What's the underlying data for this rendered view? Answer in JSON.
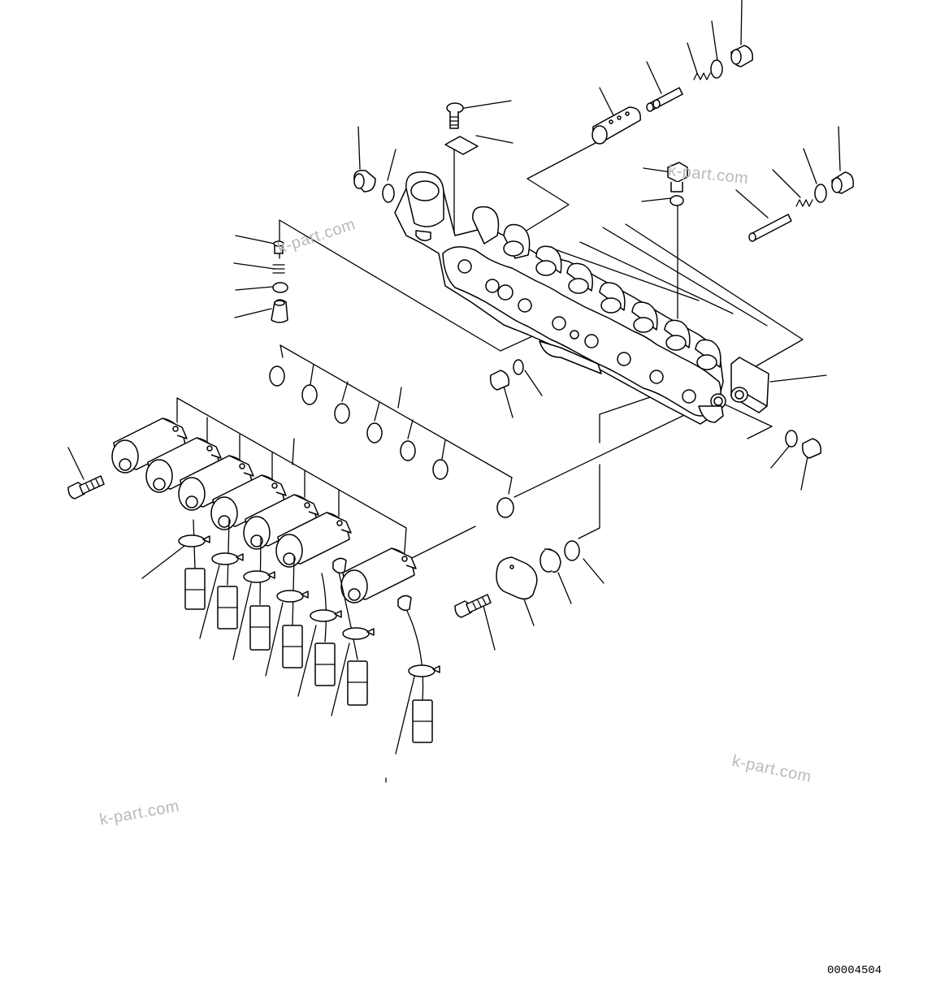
{
  "watermarks": [
    {
      "text": "k-part.com"
    },
    {
      "text": "k-part.com"
    },
    {
      "text": "k-part.com"
    },
    {
      "text": "k-part.com"
    }
  ],
  "drawing_number": "00004504",
  "colors": {
    "line": "#000000",
    "watermark": "#b9b9b9",
    "background": "#ffffff"
  }
}
